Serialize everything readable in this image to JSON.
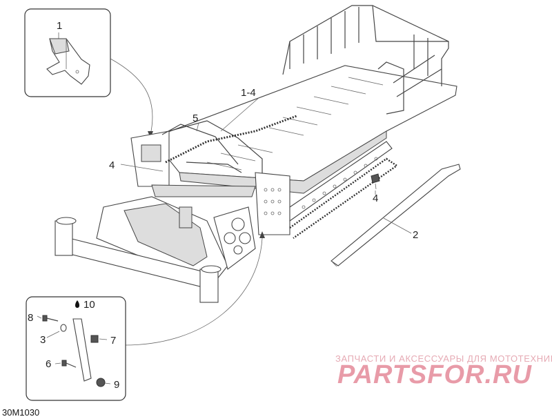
{
  "diagram_code": "30M1030",
  "watermark": {
    "tagline": "ЗАПЧАСТИ И АКСЕССУАРЫ ДЛЯ МОТОТЕХНИКИ",
    "logo": "PARTSFOR.RU"
  },
  "callouts": {
    "c1": "1",
    "c1_4": "1-4",
    "c5": "5",
    "c4a": "4",
    "c4b": "4",
    "c2": "2",
    "c10": "10",
    "c8": "8",
    "c3": "3",
    "c7": "7",
    "c6": "6",
    "c9": "9"
  }
}
